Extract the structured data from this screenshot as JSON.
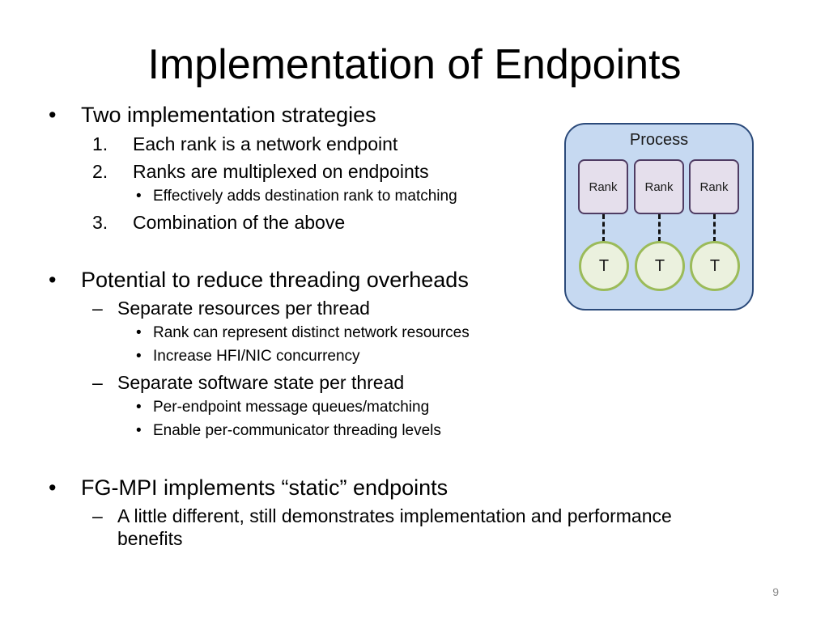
{
  "slide": {
    "title": "Implementation of Endpoints",
    "page_number": "9"
  },
  "bullets": {
    "b1": {
      "marker": "•",
      "text": "Two implementation strategies"
    },
    "b1_1": {
      "marker": "1.",
      "text": "Each rank is a network endpoint"
    },
    "b1_2": {
      "marker": "2.",
      "text": "Ranks are multiplexed on endpoints"
    },
    "b1_2_1": {
      "marker": "•",
      "text": "Effectively adds destination rank to matching"
    },
    "b1_3": {
      "marker": "3.",
      "text": "Combination of the above"
    },
    "b2": {
      "marker": "•",
      "text": "Potential to reduce threading overheads"
    },
    "b2_1": {
      "marker": "–",
      "text": "Separate resources per thread"
    },
    "b2_1_1": {
      "marker": "•",
      "text": "Rank can represent distinct network resources"
    },
    "b2_1_2": {
      "marker": "•",
      "text": "Increase HFI/NIC concurrency"
    },
    "b2_2": {
      "marker": "–",
      "text": "Separate software state per thread"
    },
    "b2_2_1": {
      "marker": "•",
      "text": "Per-endpoint message queues/matching"
    },
    "b2_2_2": {
      "marker": "•",
      "text": "Enable per-communicator threading levels"
    },
    "b3": {
      "marker": "•",
      "text": "FG-MPI implements “static” endpoints"
    },
    "b3_1": {
      "marker": "–",
      "text": "A little different, still demonstrates implementation and performance",
      "continuation": "benefits"
    }
  },
  "diagram": {
    "process_label": "Process",
    "ranks": [
      "Rank",
      "Rank",
      "Rank"
    ],
    "threads": [
      "T",
      "T",
      "T"
    ],
    "colors": {
      "process_fill": "#c6d9f1",
      "process_border": "#2b4a7a",
      "rank_fill": "#e5dfec",
      "rank_border": "#4f3c63",
      "thread_fill": "#ebf1de",
      "thread_border": "#9bbb59"
    }
  }
}
